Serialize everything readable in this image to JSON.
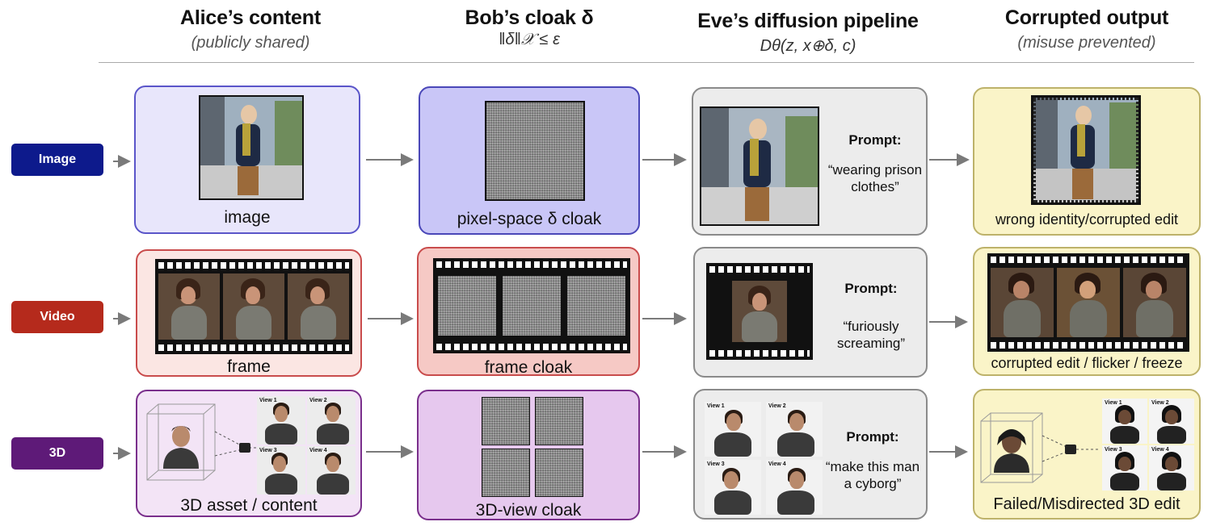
{
  "columns": [
    {
      "title": "Alice’s content",
      "subtitle": "(publicly shared)"
    },
    {
      "title": "Bob’s cloak δ",
      "subtitle": "‖δ‖𝒳 ≤  ε"
    },
    {
      "title": "Eve’s diffusion pipeline",
      "subtitle": "Dθ(z, x⊕δ, c)"
    },
    {
      "title": "Corrupted output",
      "subtitle": "(misuse prevented)"
    }
  ],
  "rows": [
    {
      "label": "Image",
      "alice_caption": "image",
      "cloak_caption": "pixel-space δ cloak",
      "prompt_title": "Prompt:",
      "prompt_lines": [
        "“wearing prison",
        "clothes”"
      ],
      "output_caption": "wrong identity/corrupted edit"
    },
    {
      "label": "Video",
      "alice_caption": "frame",
      "cloak_caption": "frame cloak",
      "prompt_title": "Prompt:",
      "prompt_lines": [
        "“furiously",
        "screaming”"
      ],
      "output_caption": "corrupted edit / flicker / freeze"
    },
    {
      "label": "3D",
      "alice_caption": "3D asset / content",
      "cloak_caption": "3D-view cloak",
      "prompt_title": "Prompt:",
      "prompt_lines": [
        "“make this man",
        "a cyborg”"
      ],
      "output_caption": "Failed/Misdirected 3D edit",
      "views": [
        "View 1",
        "View 2",
        "View 3",
        "View 4"
      ]
    }
  ],
  "colors": {
    "image_label": "#0d1a8c",
    "video_label": "#b52a1c",
    "3d_label": "#5e1a78",
    "image_alice_fill": "#e8e6fb",
    "image_alice_border": "#5a55c9",
    "image_cloak_fill": "#c9c6f7",
    "video_alice_fill": "#fbe6e3",
    "video_alice_border": "#c94c4c",
    "video_cloak_fill": "#f6c9c5",
    "3d_alice_fill": "#f3e4f6",
    "3d_alice_border": "#7a2f8c",
    "3d_cloak_fill": "#e6c8ee",
    "eve_fill": "#ececec",
    "eve_border": "#8a8a8a",
    "output_fill": "#faf4c8",
    "output_border": "#bdb26a"
  }
}
